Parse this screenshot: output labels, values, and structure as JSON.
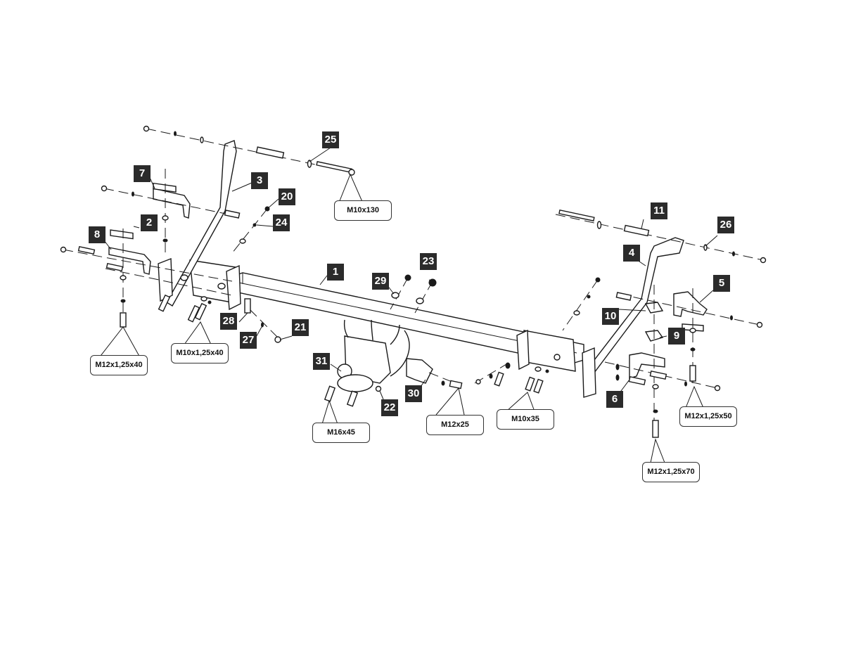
{
  "diagram": {
    "title": "Tow bar exploded assembly diagram",
    "callouts": [
      {
        "id": "c1",
        "label": "1"
      },
      {
        "id": "c2",
        "label": "2"
      },
      {
        "id": "c3",
        "label": "3"
      },
      {
        "id": "c4",
        "label": "4"
      },
      {
        "id": "c5",
        "label": "5"
      },
      {
        "id": "c6",
        "label": "6"
      },
      {
        "id": "c7",
        "label": "7"
      },
      {
        "id": "c8",
        "label": "8"
      },
      {
        "id": "c9",
        "label": "9"
      },
      {
        "id": "c10",
        "label": "10"
      },
      {
        "id": "c11",
        "label": "11"
      },
      {
        "id": "c20",
        "label": "20"
      },
      {
        "id": "c21",
        "label": "21"
      },
      {
        "id": "c22",
        "label": "22"
      },
      {
        "id": "c23",
        "label": "23"
      },
      {
        "id": "c24",
        "label": "24"
      },
      {
        "id": "c25",
        "label": "25"
      },
      {
        "id": "c26",
        "label": "26"
      },
      {
        "id": "c27",
        "label": "27"
      },
      {
        "id": "c28",
        "label": "28"
      },
      {
        "id": "c29",
        "label": "29"
      },
      {
        "id": "c30",
        "label": "30"
      },
      {
        "id": "c31",
        "label": "31"
      }
    ],
    "bolt_specs": [
      {
        "id": "s1",
        "label": "M10x130"
      },
      {
        "id": "s2",
        "label": "M12x1,25x40"
      },
      {
        "id": "s3",
        "label": "M10x1,25x40"
      },
      {
        "id": "s4",
        "label": "M16x45"
      },
      {
        "id": "s5",
        "label": "M12x25"
      },
      {
        "id": "s6",
        "label": "M10x35"
      },
      {
        "id": "s7",
        "label": "M12x1,25x50"
      },
      {
        "id": "s8",
        "label": "M12x1,25x70"
      }
    ]
  }
}
